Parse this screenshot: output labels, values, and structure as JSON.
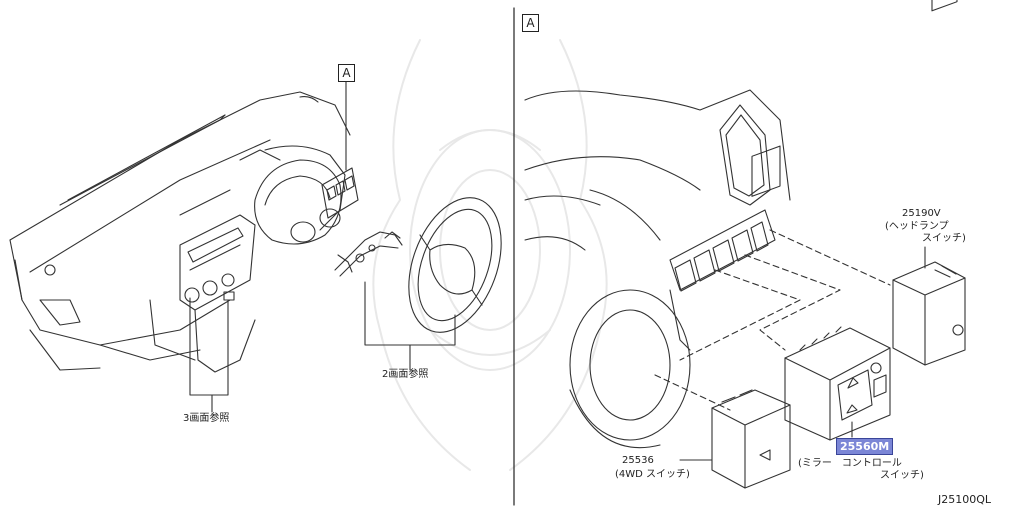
{
  "left_view": {
    "callout_a": "A",
    "ref_steering": "2画面参照",
    "ref_console": "3画面参照"
  },
  "right_view": {
    "callout_a": "A",
    "parts": [
      {
        "number": "25190V",
        "desc_line1": "(ヘッドランプ",
        "desc_line2": "スイッチ)"
      },
      {
        "number": "25560M",
        "desc_line1": "(ミラー　コントロール",
        "desc_line2": "スイッチ)",
        "highlight_color": "#7b86d6"
      },
      {
        "number": "25536",
        "desc_line1": "(4WD スイッチ)"
      }
    ]
  },
  "diagram_code": "J25100QL"
}
